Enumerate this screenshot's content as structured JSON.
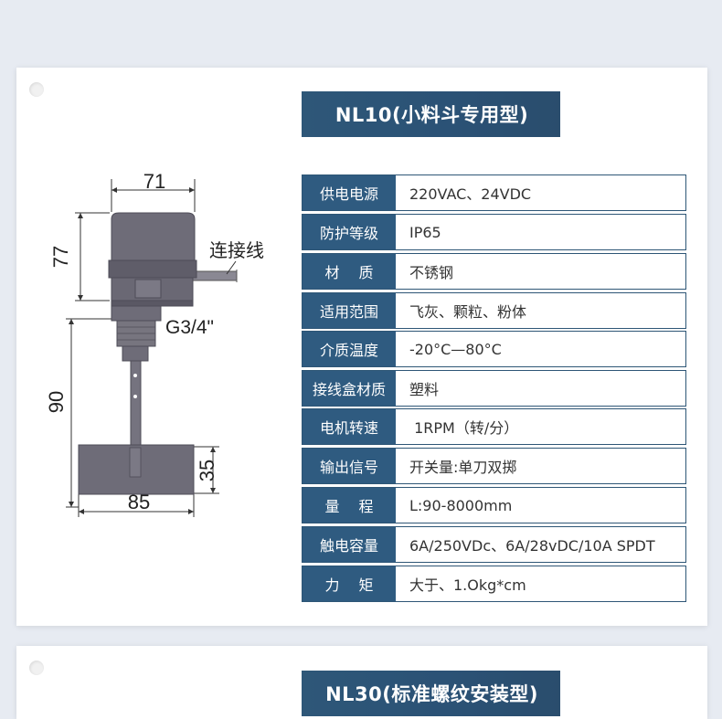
{
  "product1": {
    "title": "NL10(小料斗专用型)",
    "specs": [
      {
        "label": "供电电源",
        "value": "220VAC、24VDC"
      },
      {
        "label": "防护等级",
        "value": "IP65"
      },
      {
        "label": "材　 质",
        "value": "不锈钢"
      },
      {
        "label": "适用范围",
        "value": "飞灰、颗粒、粉体"
      },
      {
        "label": "介质温度",
        "value": "-20°C—80°C"
      },
      {
        "label": "接线盒材质",
        "value": "塑料"
      },
      {
        "label": "电机转速",
        "value": " 1RPM（转/分）"
      },
      {
        "label": "输出信号",
        "value": "开关量:单刀双掷"
      },
      {
        "label": "量　 程",
        "value": "L:90-8000mm"
      },
      {
        "label": "触电容量",
        "value": "6A/250VDc、6A/28vDC/10A SPDT"
      },
      {
        "label": "力　 矩",
        "value": "大于、1.Okg*cm"
      }
    ],
    "diagram": {
      "dim_width_top": "71",
      "dim_height_top": "77",
      "cable_label": "连接线",
      "thread_label": "G3/4\"",
      "dim_shaft": "90",
      "dim_paddle_height": "35",
      "dim_paddle_width": "85"
    }
  },
  "product2": {
    "title": "NL30(标准螺纹安装型)"
  },
  "colors": {
    "page_bg": "#e7ebf2",
    "header_blue": "#2b5276",
    "label_blue": "#2f5b80",
    "device_gray": "#6e6c78"
  }
}
